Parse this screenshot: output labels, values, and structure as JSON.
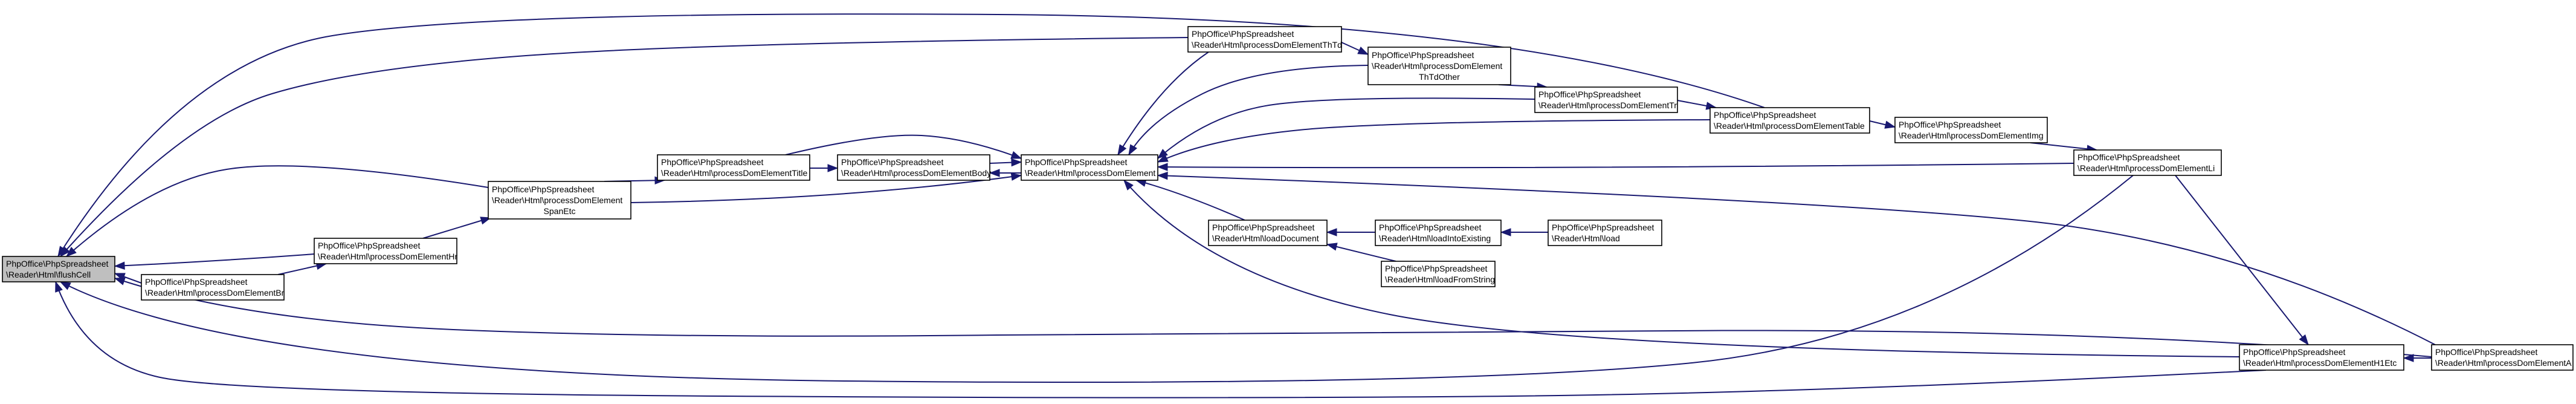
{
  "diagram": {
    "type": "call-graph",
    "colors": {
      "edge": "#191970",
      "root_fill": "#bfbfbf",
      "node_fill": "#ffffff",
      "node_stroke": "#000000"
    },
    "nodes": [
      {
        "id": "flushCell",
        "lines": [
          "PhpOffice\\PhpSpreadsheet",
          "\\Reader\\Html\\flushCell"
        ],
        "root": true
      },
      {
        "id": "processDomElementBr",
        "lines": [
          "PhpOffice\\PhpSpreadsheet",
          "\\Reader\\Html\\processDomElementBr"
        ]
      },
      {
        "id": "processDomElementHr",
        "lines": [
          "PhpOffice\\PhpSpreadsheet",
          "\\Reader\\Html\\processDomElementHr"
        ]
      },
      {
        "id": "processDomElementSpanEtc",
        "lines": [
          "PhpOffice\\PhpSpreadsheet",
          "\\Reader\\Html\\processDomElement",
          "SpanEtc"
        ]
      },
      {
        "id": "processDomElementTitle",
        "lines": [
          "PhpOffice\\PhpSpreadsheet",
          "\\Reader\\Html\\processDomElementTitle"
        ]
      },
      {
        "id": "processDomElementBody",
        "lines": [
          "PhpOffice\\PhpSpreadsheet",
          "\\Reader\\Html\\processDomElementBody"
        ]
      },
      {
        "id": "processDomElement",
        "lines": [
          "PhpOffice\\PhpSpreadsheet",
          "\\Reader\\Html\\processDomElement"
        ]
      },
      {
        "id": "processDomElementThTd",
        "lines": [
          "PhpOffice\\PhpSpreadsheet",
          "\\Reader\\Html\\processDomElementThTd"
        ]
      },
      {
        "id": "processDomElementThTdOther",
        "lines": [
          "PhpOffice\\PhpSpreadsheet",
          "\\Reader\\Html\\processDomElement",
          "ThTdOther"
        ]
      },
      {
        "id": "processDomElementTr",
        "lines": [
          "PhpOffice\\PhpSpreadsheet",
          "\\Reader\\Html\\processDomElementTr"
        ]
      },
      {
        "id": "processDomElementTable",
        "lines": [
          "PhpOffice\\PhpSpreadsheet",
          "\\Reader\\Html\\processDomElementTable"
        ]
      },
      {
        "id": "processDomElementImg",
        "lines": [
          "PhpOffice\\PhpSpreadsheet",
          "\\Reader\\Html\\processDomElementImg"
        ]
      },
      {
        "id": "processDomElementLi",
        "lines": [
          "PhpOffice\\PhpSpreadsheet",
          "\\Reader\\Html\\processDomElementLi"
        ]
      },
      {
        "id": "loadDocument",
        "lines": [
          "PhpOffice\\PhpSpreadsheet",
          "\\Reader\\Html\\loadDocument"
        ]
      },
      {
        "id": "loadIntoExisting",
        "lines": [
          "PhpOffice\\PhpSpreadsheet",
          "\\Reader\\Html\\loadIntoExisting"
        ]
      },
      {
        "id": "load",
        "lines": [
          "PhpOffice\\PhpSpreadsheet",
          "\\Reader\\Html\\load"
        ]
      },
      {
        "id": "loadFromString",
        "lines": [
          "PhpOffice\\PhpSpreadsheet",
          "\\Reader\\Html\\loadFromString"
        ]
      },
      {
        "id": "processDomElementH1Etc",
        "lines": [
          "PhpOffice\\PhpSpreadsheet",
          "\\Reader\\Html\\processDomElementH1Etc"
        ]
      },
      {
        "id": "processDomElementA",
        "lines": [
          "PhpOffice\\PhpSpreadsheet",
          "\\Reader\\Html\\processDomElementA"
        ]
      }
    ],
    "edges": [
      {
        "from": "processDomElementBr",
        "to": "flushCell"
      },
      {
        "from": "processDomElementHr",
        "to": "flushCell"
      },
      {
        "from": "processDomElementSpanEtc",
        "to": "flushCell"
      },
      {
        "from": "processDomElementThTd",
        "to": "flushCell"
      },
      {
        "from": "processDomElementTable",
        "to": "flushCell"
      },
      {
        "from": "processDomElementLi",
        "to": "flushCell"
      },
      {
        "from": "processDomElementH1Etc",
        "to": "flushCell"
      },
      {
        "from": "processDomElementA",
        "to": "flushCell"
      },
      {
        "from": "processDomElementBr",
        "to": "processDomElementHr"
      },
      {
        "from": "processDomElementHr",
        "to": "processDomElementSpanEtc"
      },
      {
        "from": "processDomElementSpanEtc",
        "to": "processDomElementTitle"
      },
      {
        "from": "processDomElementTitle",
        "to": "processDomElementBody"
      },
      {
        "from": "processDomElementBody",
        "to": "processDomElement"
      },
      {
        "from": "processDomElementTitle",
        "to": "processDomElement"
      },
      {
        "from": "processDomElementSpanEtc",
        "to": "processDomElement"
      },
      {
        "from": "processDomElement",
        "to": "processDomElementBody"
      },
      {
        "from": "processDomElementThTd",
        "to": "processDomElement"
      },
      {
        "from": "processDomElementThTdOther",
        "to": "processDomElement"
      },
      {
        "from": "processDomElementTr",
        "to": "processDomElement"
      },
      {
        "from": "processDomElementTable",
        "to": "processDomElement"
      },
      {
        "from": "processDomElementLi",
        "to": "processDomElement"
      },
      {
        "from": "processDomElementA",
        "to": "processDomElement"
      },
      {
        "from": "processDomElementH1Etc",
        "to": "processDomElement"
      },
      {
        "from": "loadDocument",
        "to": "processDomElement"
      },
      {
        "from": "processDomElementThTd",
        "to": "processDomElementThTdOther"
      },
      {
        "from": "processDomElementThTdOther",
        "to": "processDomElementTr"
      },
      {
        "from": "processDomElementTr",
        "to": "processDomElementTable"
      },
      {
        "from": "processDomElementTable",
        "to": "processDomElementImg"
      },
      {
        "from": "processDomElementImg",
        "to": "processDomElementLi"
      },
      {
        "from": "loadIntoExisting",
        "to": "loadDocument"
      },
      {
        "from": "loadFromString",
        "to": "loadDocument"
      },
      {
        "from": "load",
        "to": "loadIntoExisting"
      },
      {
        "from": "processDomElementLi",
        "to": "processDomElementH1Etc"
      },
      {
        "from": "processDomElementA",
        "to": "processDomElementH1Etc"
      }
    ]
  }
}
